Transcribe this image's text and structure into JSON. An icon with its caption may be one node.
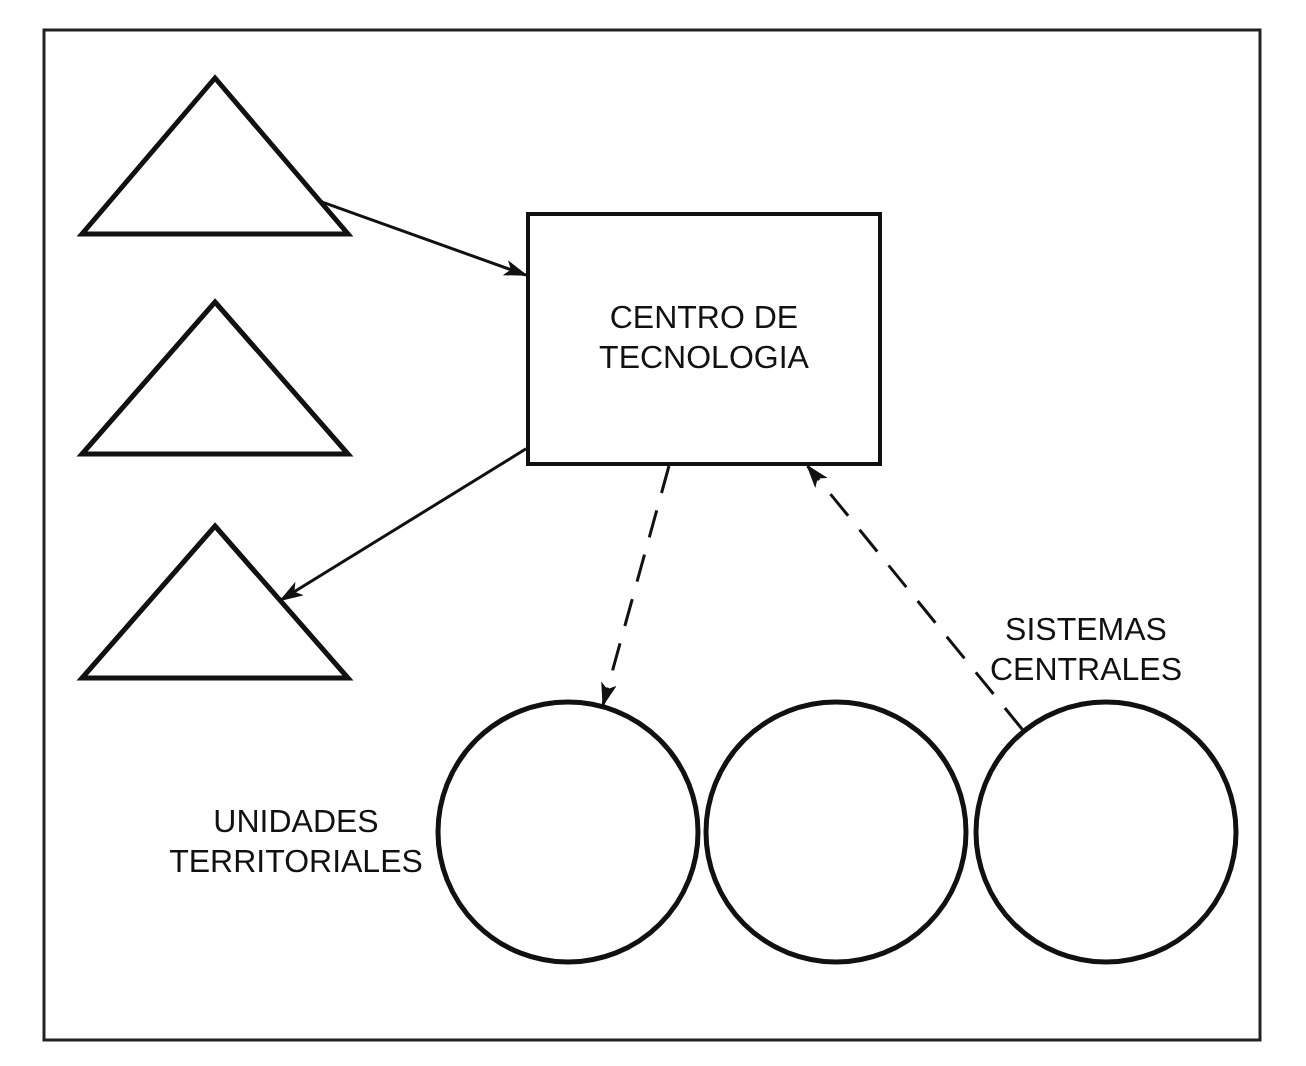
{
  "diagram": {
    "nodes": [
      {
        "text": [],
        "shape": "triangle"
      },
      {
        "text": [],
        "shape": "triangle"
      },
      {
        "text": [],
        "shape": "triangle"
      },
      {
        "text": [
          "CENTRO DE TECNOLOGIA"
        ]
      },
      {
        "text": [],
        "shape": "circle"
      },
      {
        "text": [],
        "shape": "circle"
      },
      {
        "text": [],
        "shape": "circle"
      }
    ],
    "edges": [
      {
        "from": 0,
        "to": 3,
        "arrow": "to"
      },
      {
        "from": 3,
        "to": 2,
        "arrow": "to"
      },
      {
        "from": 3,
        "to": 4,
        "arrow": "to",
        "style": "dashed"
      },
      {
        "from": 6,
        "to": 3,
        "arrow": "to",
        "style": "dashed"
      }
    ],
    "labels": [
      "SISTEMAS CENTRALES",
      "UNIDADES TERRITORIALES"
    ]
  }
}
